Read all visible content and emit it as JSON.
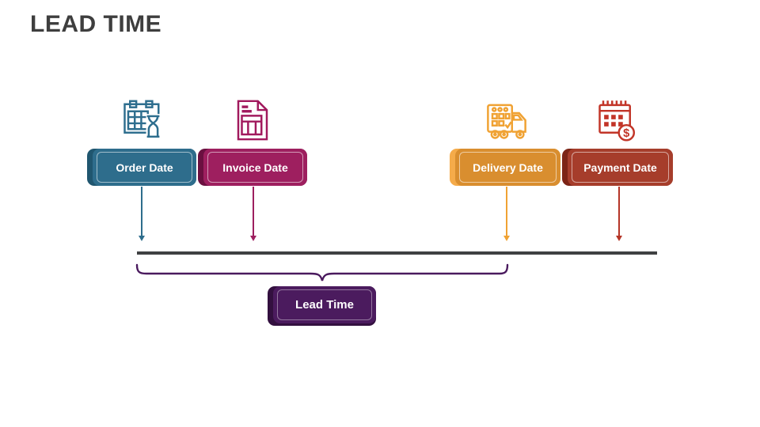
{
  "title": "LEAD TIME",
  "milestones": [
    {
      "label": "Order Date",
      "icon": "calendar-hourglass-icon",
      "box_color": "#2e6d8c",
      "back_color": "#20566f",
      "arrow_color": "#2e6d8c"
    },
    {
      "label": "Invoice Date",
      "icon": "invoice-document-icon",
      "box_color": "#9e1f5f",
      "back_color": "#6b1040",
      "arrow_color": "#9e1f5f"
    },
    {
      "label": "Delivery Date",
      "icon": "delivery-truck-icon",
      "box_color": "#d98e2f",
      "back_color": "#f5ab4a",
      "arrow_color": "#f0a233"
    },
    {
      "label": "Payment Date",
      "icon": "calendar-dollar-icon",
      "box_color": "#a63d2b",
      "back_color": "#7c2416",
      "arrow_color": "#b53527"
    }
  ],
  "timeline": {
    "color": "#3f4042"
  },
  "brace": {
    "color": "#4a1a5e"
  },
  "summary": {
    "label": "Lead Time",
    "box_color": "#4b1b5e",
    "text_color": "#ffffff"
  },
  "icon_colors": {
    "teal": "#2e6e8e",
    "magenta": "#a1195d",
    "orange": "#f0a233",
    "red": "#c23528"
  },
  "dollar_sign": "$"
}
